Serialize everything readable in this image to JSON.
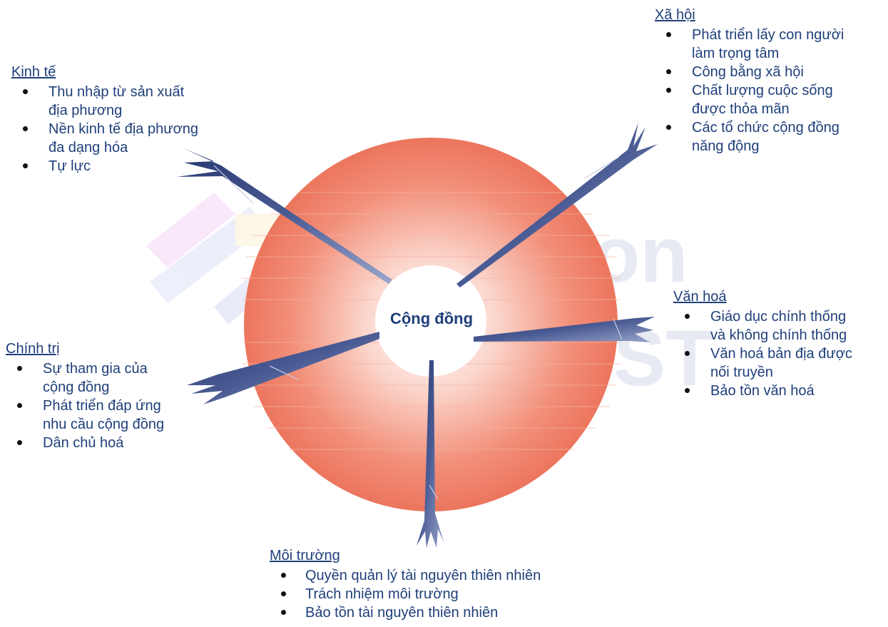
{
  "center": {
    "label": "Cộng đồng"
  },
  "groups": {
    "kinh_te": {
      "heading": "Kinh tế",
      "items": [
        "Thu nhập từ sản xuất",
        "địa phương",
        "Nền kinh tế địa phương",
        "đa dạng hóa",
        "Tự lực"
      ]
    },
    "xa_hoi": {
      "heading": "Xã hội",
      "items": [
        "Phát triển lấy con người",
        "làm trọng tâm",
        "Công bằng xã hội",
        "Chất lượng cuộc sống",
        "được thỏa mãn",
        "Các tổ chức cộng đồng",
        "năng động"
      ]
    },
    "van_hoa": {
      "heading": "Văn hoá",
      "items": [
        "Giáo dục chính thống",
        "và không chính thống",
        "Văn hoá bản địa được",
        "nối truyền",
        "Bảo tồn văn hoá"
      ]
    },
    "chinh_tri": {
      "heading": "Chính trị",
      "items": [
        "Sự tham gia của",
        "cộng đồng",
        "Phát triển đáp ứng",
        "nhu cầu cộng đồng",
        "Dân chủ hoá"
      ]
    },
    "moi_truong": {
      "heading": "Môi trường",
      "items": [
        "Quyền quản lý tài nguyên thiên nhiên",
        "Trách nhiệm môi trường",
        "Bảo tồn tài nguyên thiên nhiên"
      ]
    }
  },
  "colors": {
    "text": "#1f3f7a",
    "sphere": "#ee7a63",
    "arrow": "#2e3f78",
    "arrow_highlight": "#c7cfe6"
  }
}
